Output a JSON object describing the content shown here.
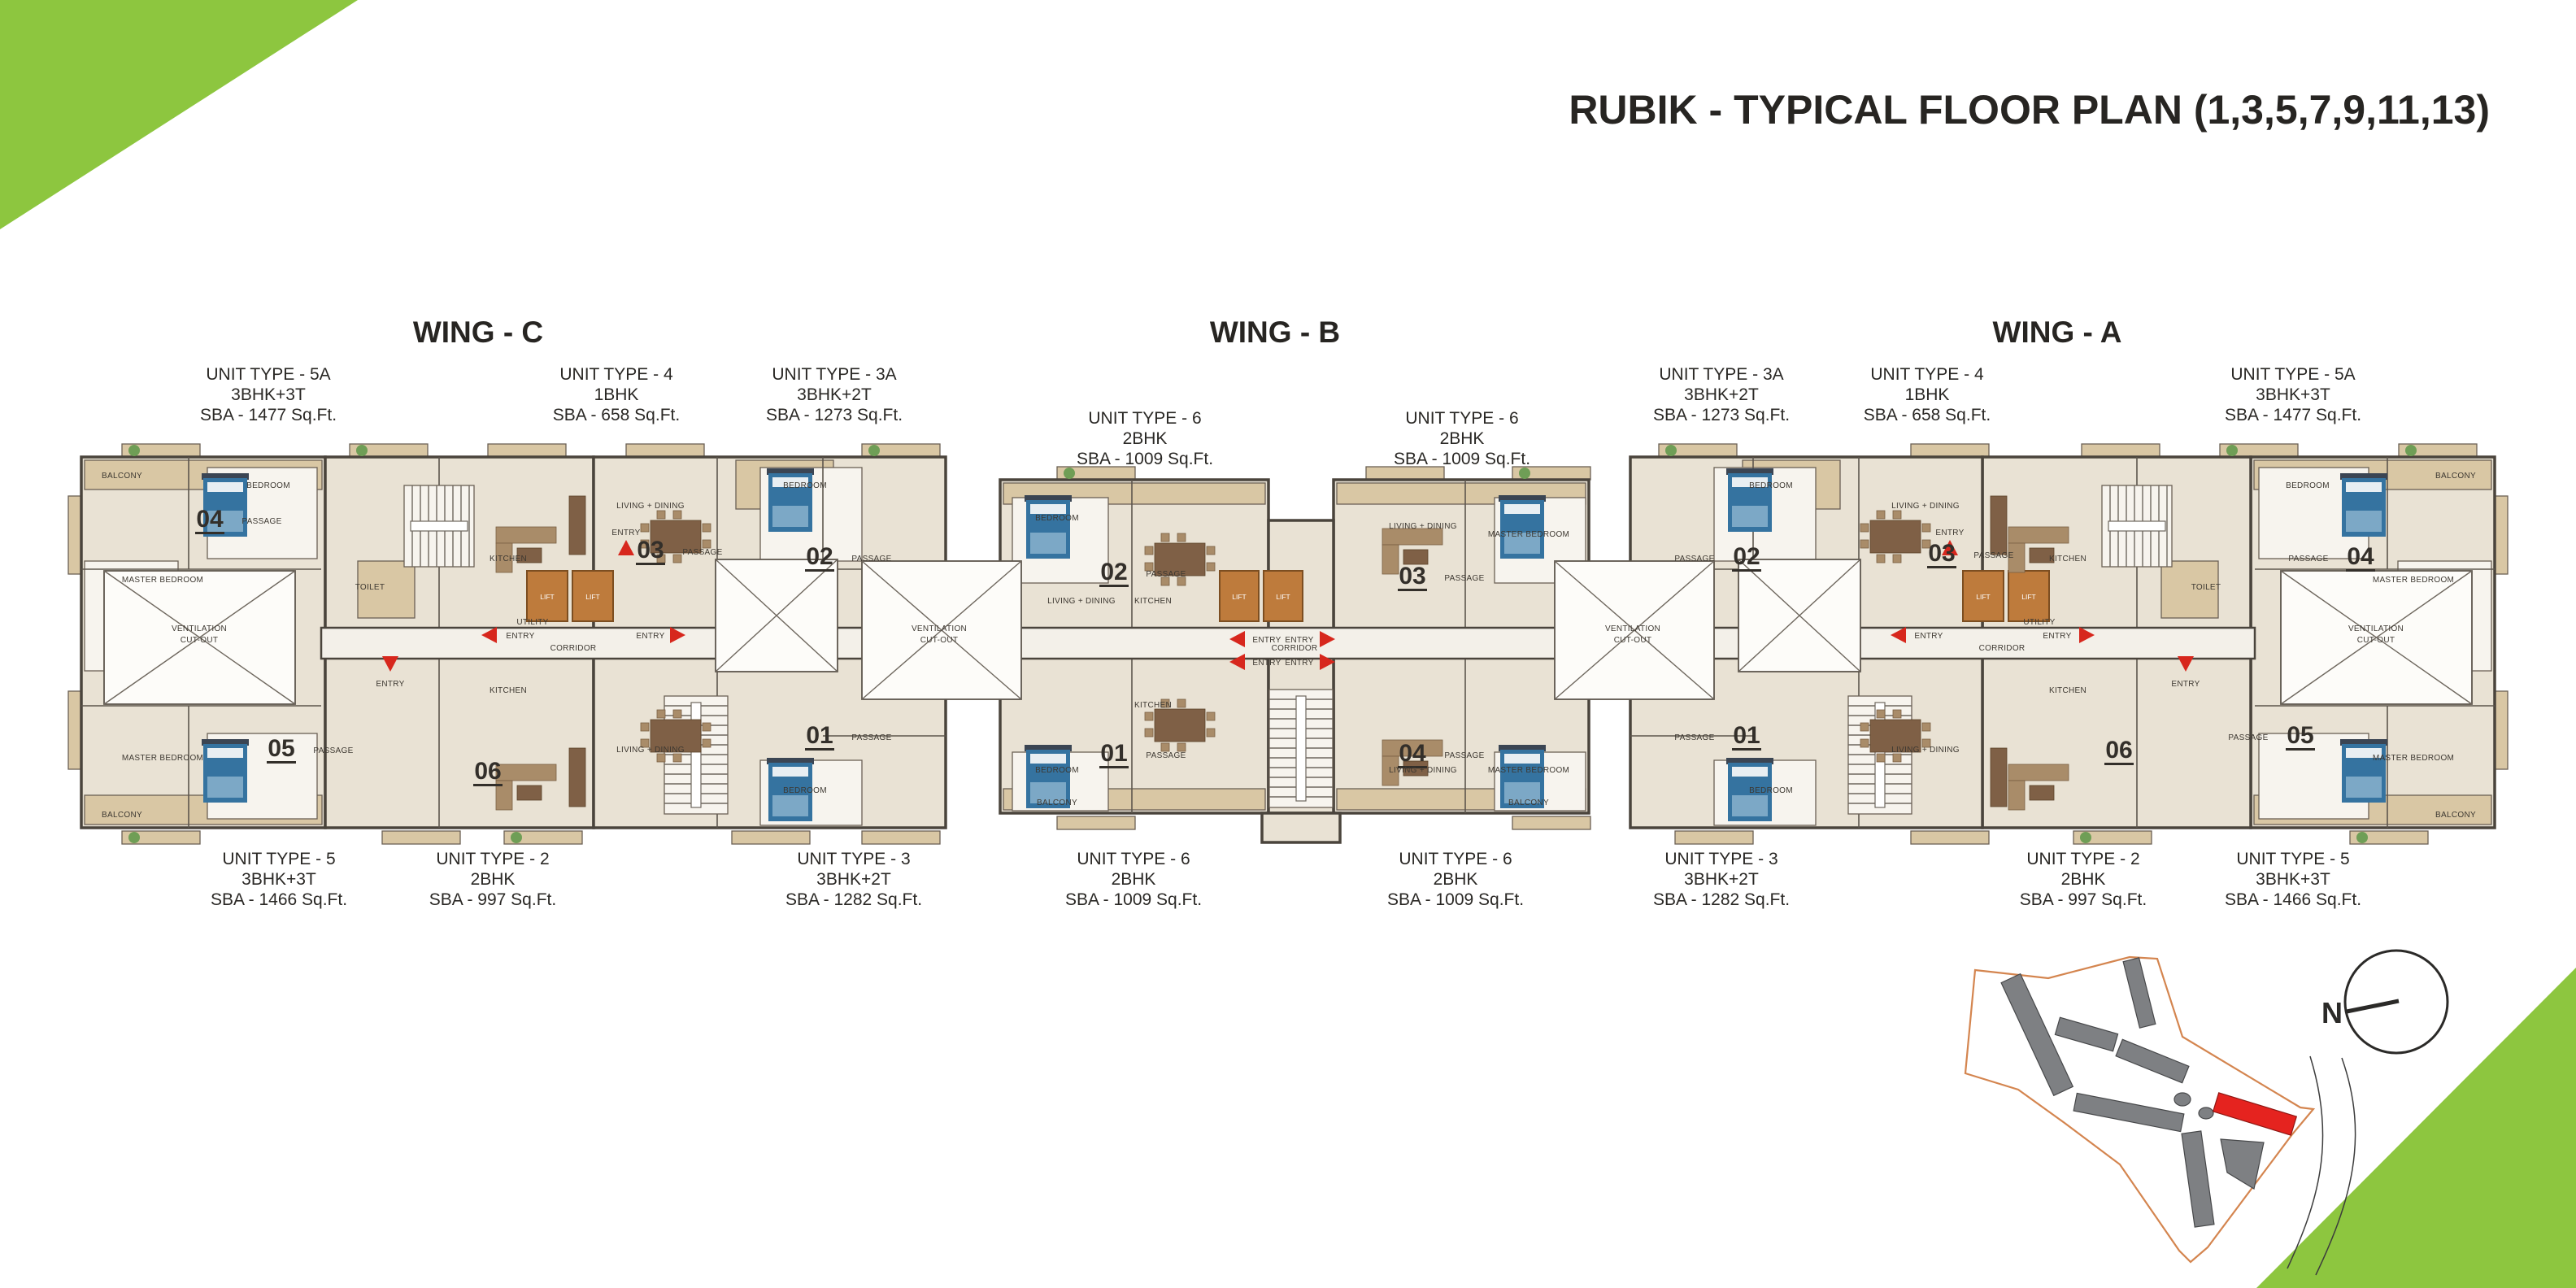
{
  "title": "RUBIK - TYPICAL FLOOR PLAN (1,3,5,7,9,11,13)",
  "wings": {
    "c": "WING - C",
    "b": "WING - B",
    "a": "WING - A"
  },
  "unit_labels": {
    "top": [
      {
        "type": "UNIT TYPE - 5A",
        "config": "3BHK+3T",
        "area": "SBA - 1477 Sq.Ft."
      },
      {
        "type": "UNIT TYPE - 4",
        "config": "1BHK",
        "area": "SBA - 658 Sq.Ft."
      },
      {
        "type": "UNIT TYPE - 3A",
        "config": "3BHK+2T",
        "area": "SBA - 1273 Sq.Ft."
      },
      {
        "type": "UNIT TYPE - 6",
        "config": "2BHK",
        "area": "SBA - 1009 Sq.Ft."
      },
      {
        "type": "UNIT TYPE - 6",
        "config": "2BHK",
        "area": "SBA - 1009 Sq.Ft."
      },
      {
        "type": "UNIT TYPE - 3A",
        "config": "3BHK+2T",
        "area": "SBA - 1273 Sq.Ft."
      },
      {
        "type": "UNIT TYPE - 4",
        "config": "1BHK",
        "area": "SBA - 658 Sq.Ft."
      },
      {
        "type": "UNIT TYPE - 5A",
        "config": "3BHK+3T",
        "area": "SBA - 1477 Sq.Ft."
      }
    ],
    "bottom": [
      {
        "type": "UNIT TYPE - 5",
        "config": "3BHK+3T",
        "area": "SBA - 1466 Sq.Ft."
      },
      {
        "type": "UNIT TYPE - 2",
        "config": "2BHK",
        "area": "SBA - 997 Sq.Ft."
      },
      {
        "type": "UNIT TYPE - 3",
        "config": "3BHK+2T",
        "area": "SBA - 1282 Sq.Ft."
      },
      {
        "type": "UNIT TYPE - 6",
        "config": "2BHK",
        "area": "SBA - 1009 Sq.Ft."
      },
      {
        "type": "UNIT TYPE - 6",
        "config": "2BHK",
        "area": "SBA - 1009 Sq.Ft."
      },
      {
        "type": "UNIT TYPE - 3",
        "config": "3BHK+2T",
        "area": "SBA - 1282 Sq.Ft."
      },
      {
        "type": "UNIT TYPE - 2",
        "config": "2BHK",
        "area": "SBA - 997 Sq.Ft."
      },
      {
        "type": "UNIT TYPE - 5",
        "config": "3BHK+3T",
        "area": "SBA - 1466 Sq.Ft."
      }
    ]
  },
  "plan": {
    "units": {
      "u1": "01",
      "u2": "02",
      "u3": "03",
      "u4": "04",
      "u5": "05",
      "u6": "06"
    },
    "rooms": {
      "bedroom": "BEDROOM",
      "master_bedroom": "MASTER BEDROOM",
      "kitchen": "KITCHEN",
      "toilet": "TOILET",
      "living_dining": "LIVING + DINING",
      "balcony": "BALCONY",
      "passage": "PASSAGE",
      "utility": "UTILITY",
      "entry": "ENTRY",
      "corridor": "CORRIDOR",
      "ventilation_line1": "VENTILATION",
      "ventilation_line2": "CUT-OUT",
      "lift": "LIFT"
    }
  },
  "key_plan": {
    "north_label": "N"
  },
  "colors": {
    "accent_green": "#8dc63f",
    "plan_beige": "#e9e2d4",
    "plan_tan": "#d9c7a4",
    "wall": "#4a443c",
    "bed_blue": "#3573a0",
    "furniture_brown": "#7f6046",
    "lift_orange": "#be7b3c",
    "entry_red": "#d7271d",
    "building_gray": "#7e8083",
    "highlight_red": "#e5231f",
    "boundary_orange": "#d4854f",
    "text_dark": "#272522"
  }
}
